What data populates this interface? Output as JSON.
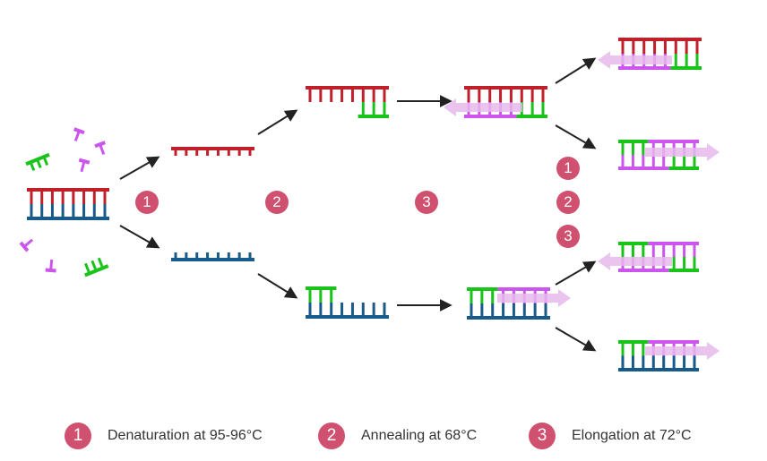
{
  "title": "PCR cycle diagram",
  "colors": {
    "template_strand_top": "#c0202a",
    "template_strand_bottom": "#185a8a",
    "primer": "#1ac31a",
    "new_strand": "#cc55ee",
    "extension_arrow": "#e8b8ec",
    "step_badge": "#d05070",
    "arrow": "#222222"
  },
  "diagram_badges": [
    "1",
    "2",
    "3"
  ],
  "cycle_badges": [
    "1",
    "2",
    "3"
  ],
  "legend": [
    {
      "number": "1",
      "label": "Denaturation at 95-96°C"
    },
    {
      "number": "2",
      "label": "Annealing at 68°C"
    },
    {
      "number": "3",
      "label": "Elongation at 72°C"
    }
  ]
}
